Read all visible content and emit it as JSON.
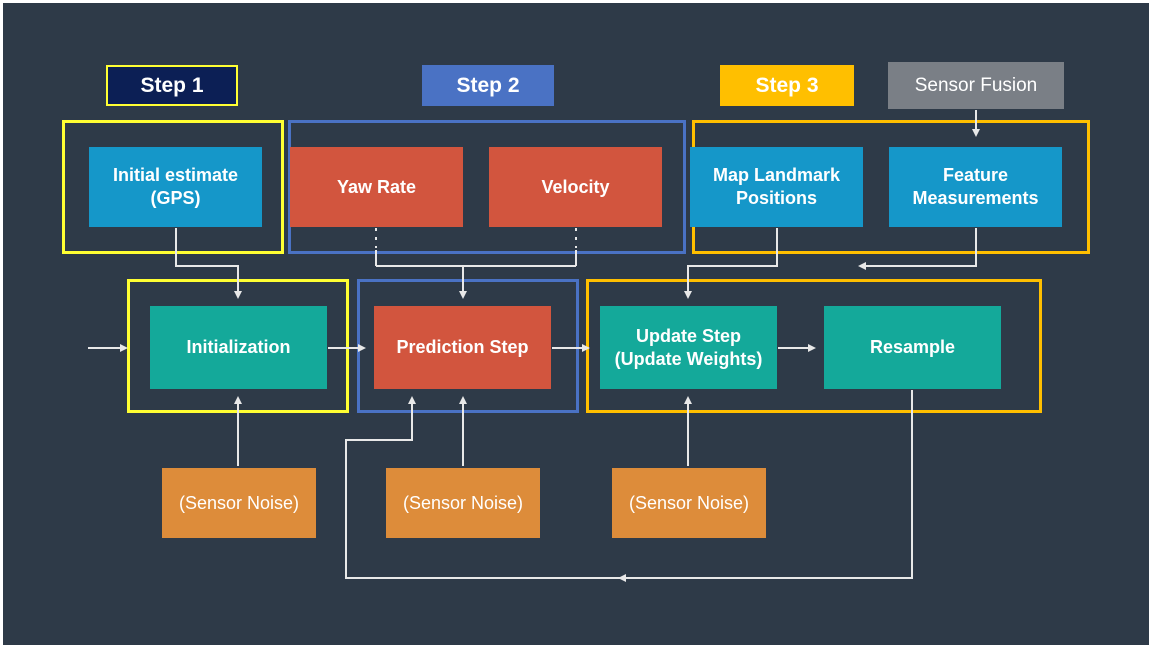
{
  "colors": {
    "background": "#2e3a48",
    "step1": "#ffff33",
    "step2": "#4a72c4",
    "step3": "#ffbf00",
    "sensor_fusion": "#7a7f86",
    "input_blue": "#1597c9",
    "motion_red": "#d2553e",
    "process_teal": "#14a99a",
    "noise_orange": "#dd8c3a",
    "arrow": "#e8e8e8"
  },
  "headers": {
    "step1": "Step 1",
    "step2": "Step 2",
    "step3": "Step 3",
    "sensor_fusion": "Sensor Fusion"
  },
  "inputs": {
    "initial_estimate": "Initial estimate\n(GPS)",
    "yaw_rate": "Yaw Rate",
    "velocity": "Velocity",
    "map_landmarks": "Map Landmark\nPositions",
    "feature_measurements": "Feature\nMeasurements"
  },
  "process": {
    "initialization": "Initialization",
    "prediction": "Prediction Step",
    "update": "Update Step\n(Update Weights)",
    "resample": "Resample"
  },
  "noise": {
    "n1": "(Sensor Noise)",
    "n2": "(Sensor Noise)",
    "n3": "(Sensor Noise)"
  }
}
